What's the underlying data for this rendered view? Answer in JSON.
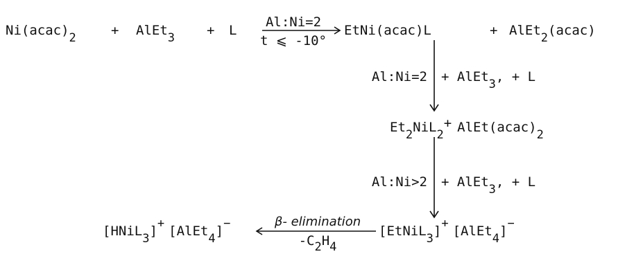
{
  "reaction1": {
    "reactants": [
      {
        "base": "Ni(acac)",
        "sub": "2"
      },
      {
        "plus": "+"
      },
      {
        "base": "AlEt",
        "sub": "3"
      },
      {
        "plus": "+"
      },
      {
        "base": "L"
      }
    ],
    "condition_top": "Al:Ni=2",
    "condition_bottom": "t ⩽ -10°",
    "products": [
      {
        "base": "EtNi(acac)L"
      },
      {
        "plus": "+"
      },
      {
        "base": "AlEt",
        "sub": "2",
        "rest": "(acac)"
      }
    ]
  },
  "step2": {
    "left_label": "Al:Ni=2",
    "right_label": "+ AlEt",
    "right_sub": "3",
    "right_rest": ", + L"
  },
  "intermediate": {
    "p1": "Et",
    "p1_sub": "2",
    "p2": "NiL",
    "p2_sub": "2",
    "plus": "+",
    "p3": "AlEt(acac)",
    "p3_sub": "2"
  },
  "step3": {
    "left_label": "Al:Ni>2",
    "right_label": "+ AlEt",
    "right_sub": "3",
    "right_rest": ", + L"
  },
  "final": {
    "left": {
      "a": "[HNiL",
      "a_sub": "3",
      "a_close": "]",
      "a_sup": "+",
      "b": "[AlEt",
      "b_sub": "4",
      "b_close": "]",
      "b_sup": "−"
    },
    "arrow_top": "β- elimination",
    "arrow_bottom_pre": "-C",
    "arrow_bottom_sub1": "2",
    "arrow_bottom_mid": "H",
    "arrow_bottom_sub2": "4",
    "right": {
      "a": "[EtNiL",
      "a_sub": "3",
      "a_close": "]",
      "a_sup": "+",
      "b": "[AlEt",
      "b_sub": "4",
      "b_close": "]",
      "b_sup": "−"
    }
  }
}
